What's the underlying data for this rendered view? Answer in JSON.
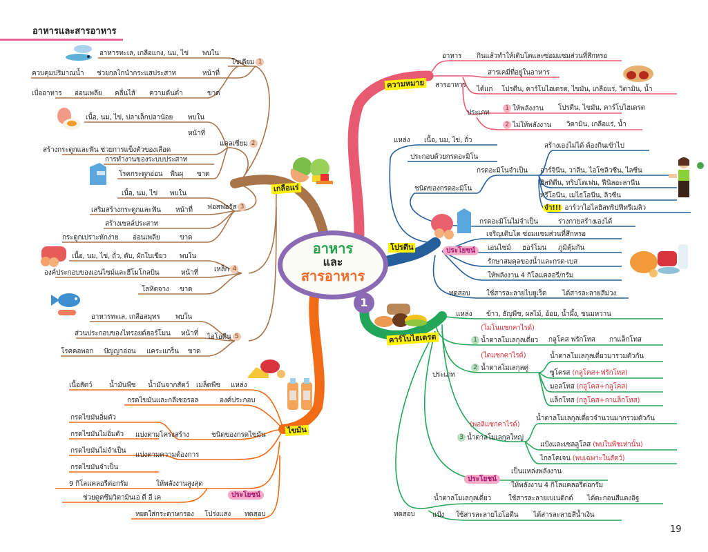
{
  "header": {
    "title": "อาหารและสารอาหาร"
  },
  "page_number": "19",
  "center": {
    "line1": "อาหาร",
    "line2": "และ",
    "line3": "สารอาหาร",
    "chapter": "1"
  },
  "colors": {
    "minerals": "#a87449",
    "meaning": "#e85a70",
    "protein": "#245f9c",
    "carbohydrate": "#24a65a",
    "fat": "#ef6b16",
    "center_border": "#8a6bb3"
  },
  "minerals": {
    "label": "เกลือแร่",
    "sodium": {
      "name": "โซเดียม",
      "num": "1",
      "found_label": "พบใน",
      "found": "อาหารทะเล, เกลือแกง, นม, ไข่",
      "role_label": "หน้าที่",
      "roles": [
        "ควบคุมปริมาณน้ำ",
        "ช่วยกลไกนำกระแสประสาท"
      ],
      "lack_label": "ขาด",
      "lack": [
        "เบื่ออาหาร",
        "อ่อนเพลีย",
        "คลื่นไส้",
        "ความดันต่ำ"
      ]
    },
    "calcium": {
      "name": "แคลเซียม",
      "num": "2",
      "found_label": "พบใน",
      "found": "เนื้อ, นม, ไข่, ปลาเล็กปลาน้อย",
      "role_label": "หน้าที่",
      "roles": [
        "สร้างกระดูกและฟัน ช่วยการแข็งตัวของเลือด",
        "การทำงานของระบบประสาท"
      ],
      "lack_label": "ขาด",
      "lack": [
        "โรคกระดูกอ่อน",
        "ฟันผุ"
      ]
    },
    "phosphorus": {
      "name": "ฟอสฟอรัส",
      "num": "3",
      "found_label": "พบใน",
      "found": "เนื้อ, นม, ไข่",
      "role_label": "หน้าที่",
      "roles": [
        "เสริมสร้างกระดูกและฟัน",
        "สร้างเซลล์ประสาท"
      ],
      "lack_label": "ขาด",
      "lack": [
        "กระดูกเปราะหักง่าย",
        "อ่อนเพลีย"
      ]
    },
    "iron": {
      "name": "เหล็ก",
      "num": "4",
      "found_label": "พบใน",
      "found": "เนื้อ, นม, ไข่, ถั่ว, ตับ, ผักใบเขียว",
      "role_label": "หน้าที่",
      "roles": [
        "องค์ประกอบของเอนไซม์และฮีโมโกลบิน"
      ],
      "lack_label": "ขาด",
      "lack": [
        "โลหิตจาง"
      ]
    },
    "iodine": {
      "name": "ไอโอดีน",
      "num": "5",
      "found_label": "พบใน",
      "found": "อาหารทะเล, เกลือสมุทร",
      "role_label": "หน้าที่",
      "roles": [
        "ส่วนประกอบของไทรอยด์ฮอร์โมน"
      ],
      "lack_label": "ขาด",
      "lack": [
        "โรคคอพอก",
        "ปัญญาอ่อน",
        "แคระแกร็น"
      ]
    }
  },
  "fat": {
    "label": "ไขมัน",
    "source_label": "แหล่ง",
    "sources": [
      "เนื้อสัตว์",
      "น้ำมันพืช",
      "น้ำมันจากสัตว์",
      "เมล็ดพืช"
    ],
    "composition_label": "องค์ประกอบ",
    "composition": "กรดไขมันและกลีเซอรอล",
    "types_label": "ชนิดของกรดไขมัน",
    "by_structure": {
      "label": "แบ่งตามโครงสร้าง",
      "items": [
        "กรดไขมันอิ่มตัว",
        "กรดไขมันไม่อิ่มตัว"
      ]
    },
    "by_need": {
      "label": "แบ่งตามความต้องการ",
      "items": [
        "กรดไขมันไม่จำเป็น",
        "กรดไขมันจำเป็น"
      ]
    },
    "benefit_label": "ประโยชน์",
    "benefit1": "ให้พลังงานสูงสุด",
    "benefit1_detail": "9 กิโลแคลอรีต่อกรัม",
    "benefit2": "ช่วยดูดซึมวิตามินเอ ดี อี เค",
    "test_label": "ทดสอบ",
    "test_method": "หยดใส่กระดาษกรอง",
    "test_result": "โปร่งแสง"
  },
  "meaning": {
    "label": "ความหมาย",
    "food_label": "อาหาร",
    "food_def": "กินแล้วทำให้เติบโตและซ่อมแซมส่วนที่สึกหรอ",
    "nutrient_label": "สารอาหาร",
    "nutrient_def": "สารเคมีที่อยู่ในอาหาร",
    "include_label": "ได้แก่",
    "include": "โปรตีน, คาร์โบไฮเดรต, ไขมัน, เกลือแร่, วิตามิน, น้ำ",
    "type_label": "ประเภท",
    "type1": {
      "num": "1",
      "label": "ให้พลังงาน",
      "items": "โปรตีน, ไขมัน, คาร์โบไฮเดรต"
    },
    "type2": {
      "num": "2",
      "label": "ไม่ให้พลังงาน",
      "items": "วิตามิน, เกลือแร่, น้ำ"
    }
  },
  "protein": {
    "label": "โปรตีน",
    "source_label": "แหล่ง",
    "sources": "เนื้อ, นม, ไข่, ถั่ว",
    "composition": "ประกอบด้วยกรดอะมิโน",
    "types_label": "ชนิดของกรดอะมิโน",
    "essential_label": "กรดอะมิโนจำเป็น",
    "essential_def": "สร้างเองไม่ได้ ต้องกินเข้าไป",
    "essential_list": [
      "อาร์จินีน, วาลีน, ไอโซลิวซีน, ไลซีน",
      "ฮิสทิดีน, ทริปโตเฟน, ฟีนิลอะลานีน",
      "ทรีโอนีน, เมไธโอนีน, ลิวซีน"
    ],
    "memo_tag": "จำ!!!",
    "memo": "อาร์วาไอไลฮิสทริปฟีทรีเมลิว",
    "nonessential_label": "กรดอะมิโนไม่จำเป็น",
    "nonessential_def": "ร่างกายสร้างเองได้",
    "benefit_label": "ประโยชน์",
    "benefits": [
      "เจริญเติบโต ซ่อมแซมส่วนที่สึกหรอ",
      "รักษาสมดุลของน้ำและกรด-เบส",
      "ให้พลังงาน 4 กิโลแคลอรี/กรัม"
    ],
    "benefit_parts": [
      "เอนไซม์",
      "ฮอร์โมน",
      "ภูมิคุ้มกัน"
    ],
    "test_label": "ทดสอบ",
    "test_method": "ใช้สารละลายไบยูเร็ต",
    "test_result": "ได้สารละลายสีม่วง"
  },
  "carbohydrate": {
    "label": "คาร์โบไฮเดรต",
    "source_label": "แหล่ง",
    "sources": "ข้าว, ธัญพืช, ผลไม้, อ้อย, น้ำผึ้ง, ขนมหวาน",
    "type_label": "ประเภท",
    "mono": {
      "num": "1",
      "label": "น้ำตาลโมเลกุลเดี่ยว",
      "note": "(โมโนแซกคาไรด์)",
      "items": [
        "กลูโคส ฟรักโทส",
        "กาแล็กโทส"
      ]
    },
    "di": {
      "num": "2",
      "label": "น้ำตาลโมเลกุลคู่",
      "note": "(ไดแซกคาไรด์)",
      "def": "น้ำตาลโมเลกุลเดี่ยวมารวมตัวกัน",
      "items": [
        {
          "name": "ซูโครส",
          "formula": "(กลูโคส+ฟรักโทส)"
        },
        {
          "name": "มอลโทส",
          "formula": "(กลูโคส+กลูโคส)"
        },
        {
          "name": "แล็กโทส",
          "formula": "(กลูโคส+กาแล็กโทส)"
        }
      ]
    },
    "poly": {
      "num": "3",
      "label": "น้ำตาลโมเลกุลใหญ่",
      "note": "(พอลิแซกคาไรด์)",
      "def": "น้ำตาลโมเลกุลเดี่ยวจำนวนมากรวมตัวกัน",
      "items": [
        {
          "name": "แป้งและเซลลูโลส",
          "note": "(พบในพืชเท่านั้น)"
        },
        {
          "name": "ไกลโคเจน",
          "note": "(พบเฉพาะในสัตว์)"
        }
      ]
    },
    "benefit_label": "ประโยชน์",
    "benefits": [
      "เป็นแหล่งพลังงาน",
      "ให้พลังงาน 4 กิโลแคลอรีต่อกรัม"
    ],
    "test_label": "ทดสอบ",
    "test1": {
      "subject": "น้ำตาลโมเลกุลเดี่ยว",
      "method": "ใช้สารละลายเบเนดิกต์",
      "result": "ได้ตะกอนสีแดงอิฐ"
    },
    "test2": {
      "subject": "แป้ง",
      "method": "ใช้สารละลายไอโอดีน",
      "result": "ได้สารละลายสีน้ำเงิน"
    }
  }
}
